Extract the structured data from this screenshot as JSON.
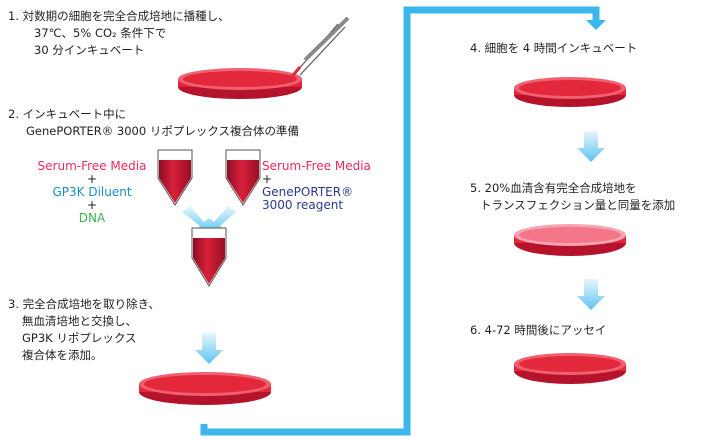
{
  "colors": {
    "media_red": "#e2283a",
    "dish_dark": "#b5122b",
    "flow_blue": "#3bb7ec",
    "arrow_blue": "#7fd0f5",
    "serum_free": "#ee2a5a",
    "gp3k_diluent": "#1b8cc8",
    "dna": "#3bb54a",
    "reagent": "#2d3a8c"
  },
  "steps": {
    "s1": {
      "line1": "1. 対数期の細胞を完全合成培地に播種し、",
      "line2": "37℃、5% CO₂ 条件下で",
      "line3": "30 分インキュベート"
    },
    "s2": {
      "line1": "2. インキュベート中に",
      "line2": "GenePORTER® 3000 リポプレックス複合体の準備"
    },
    "s3": {
      "line1": "3. 完全合成培地を取り除き、",
      "line2": "無血清培地と交換し、",
      "line3": "GP3K リポプレックス",
      "line4": "複合体を添加。"
    },
    "s4": {
      "line1": "4.  細胞を 4 時間インキュベート"
    },
    "s5": {
      "line1": "5. 20%血清含有完全合成培地を",
      "line2": "トランスフェクション量と同量を添加"
    },
    "s6": {
      "line1": "6.  4-72 時間後にアッセイ"
    }
  },
  "tube_left": {
    "media": "Serum-Free Media",
    "plus1": "+",
    "diluent": "GP3K Diluent",
    "plus2": "+",
    "dna": "DNA"
  },
  "tube_right": {
    "media": "Serum-Free Media",
    "plus": "+",
    "reagent_line1": "GenePORTER®",
    "reagent_line2": "3000 reagent"
  }
}
